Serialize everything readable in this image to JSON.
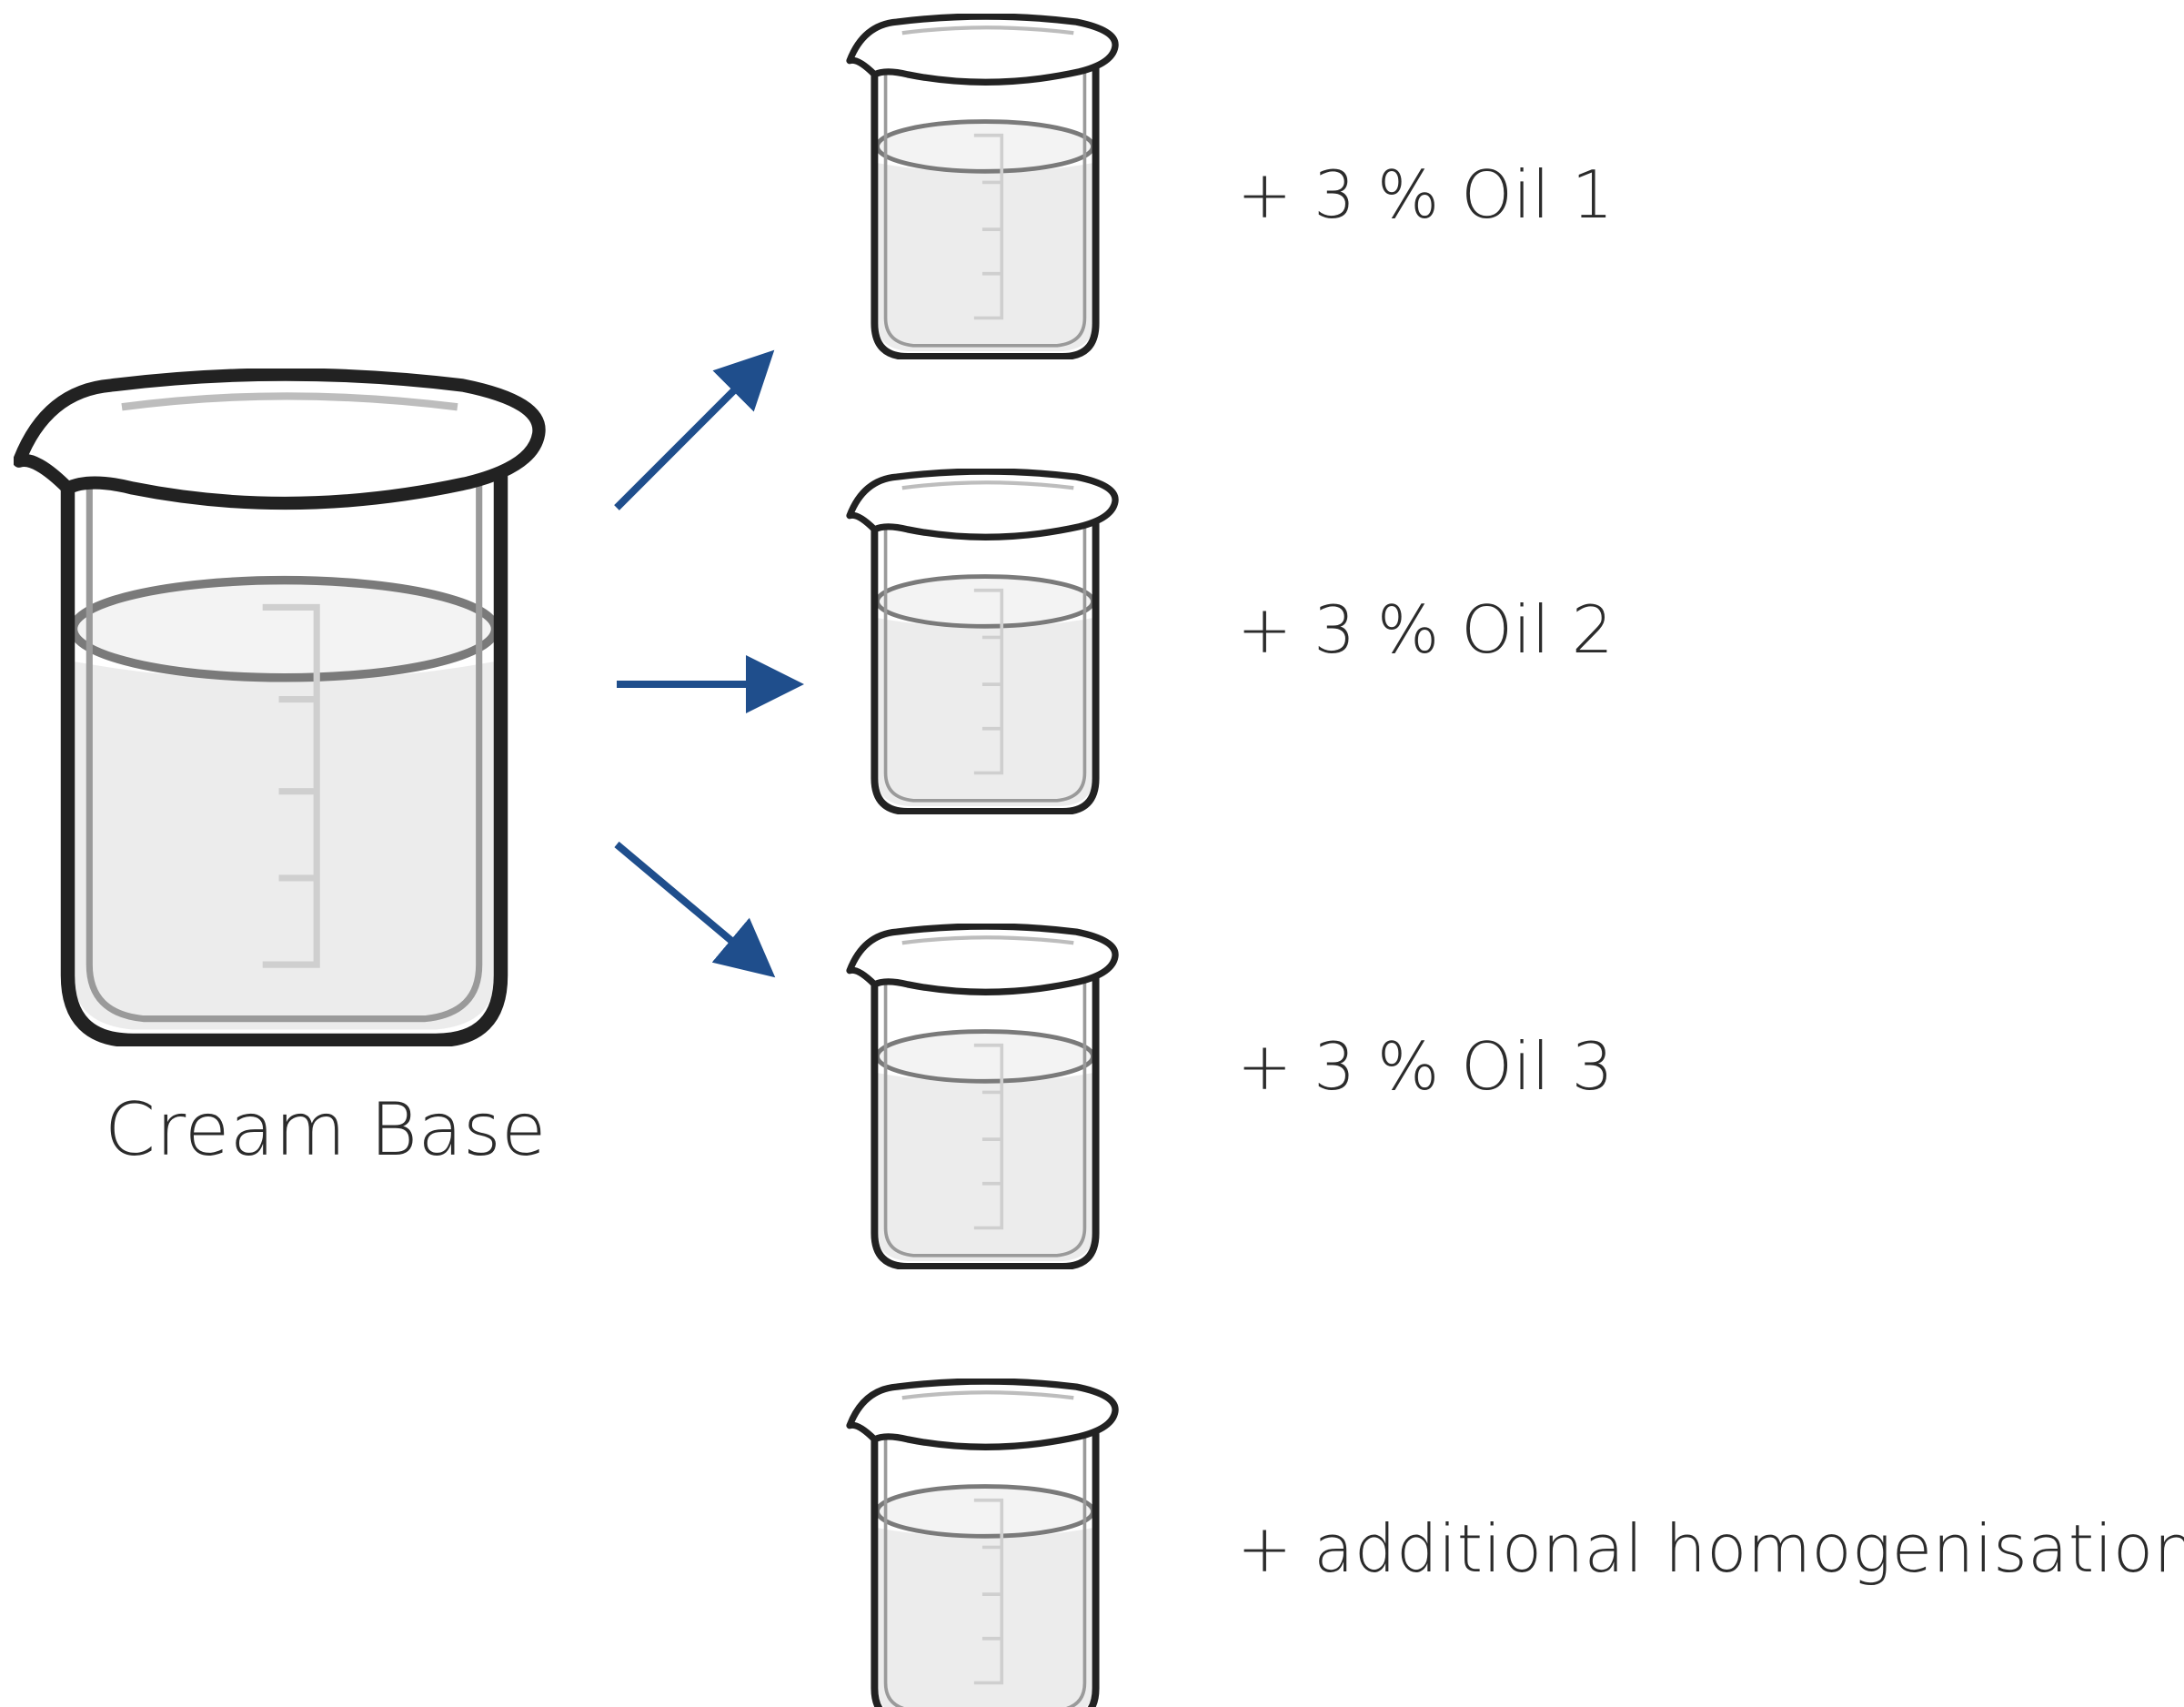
{
  "source": {
    "label": "Cream Base",
    "icon": "beaker-icon"
  },
  "samples": [
    {
      "label": "+ 3 % Oil 1",
      "icon": "beaker-icon"
    },
    {
      "label": "+ 3 % Oil 2",
      "icon": "beaker-icon"
    },
    {
      "label": "+ 3 % Oil 3",
      "icon": "beaker-icon"
    },
    {
      "label": "+ additional homogenisation",
      "icon": "beaker-icon"
    }
  ],
  "colors": {
    "arrow": "#1f4e8c",
    "liquid": "#ececec",
    "outline": "#222222"
  }
}
